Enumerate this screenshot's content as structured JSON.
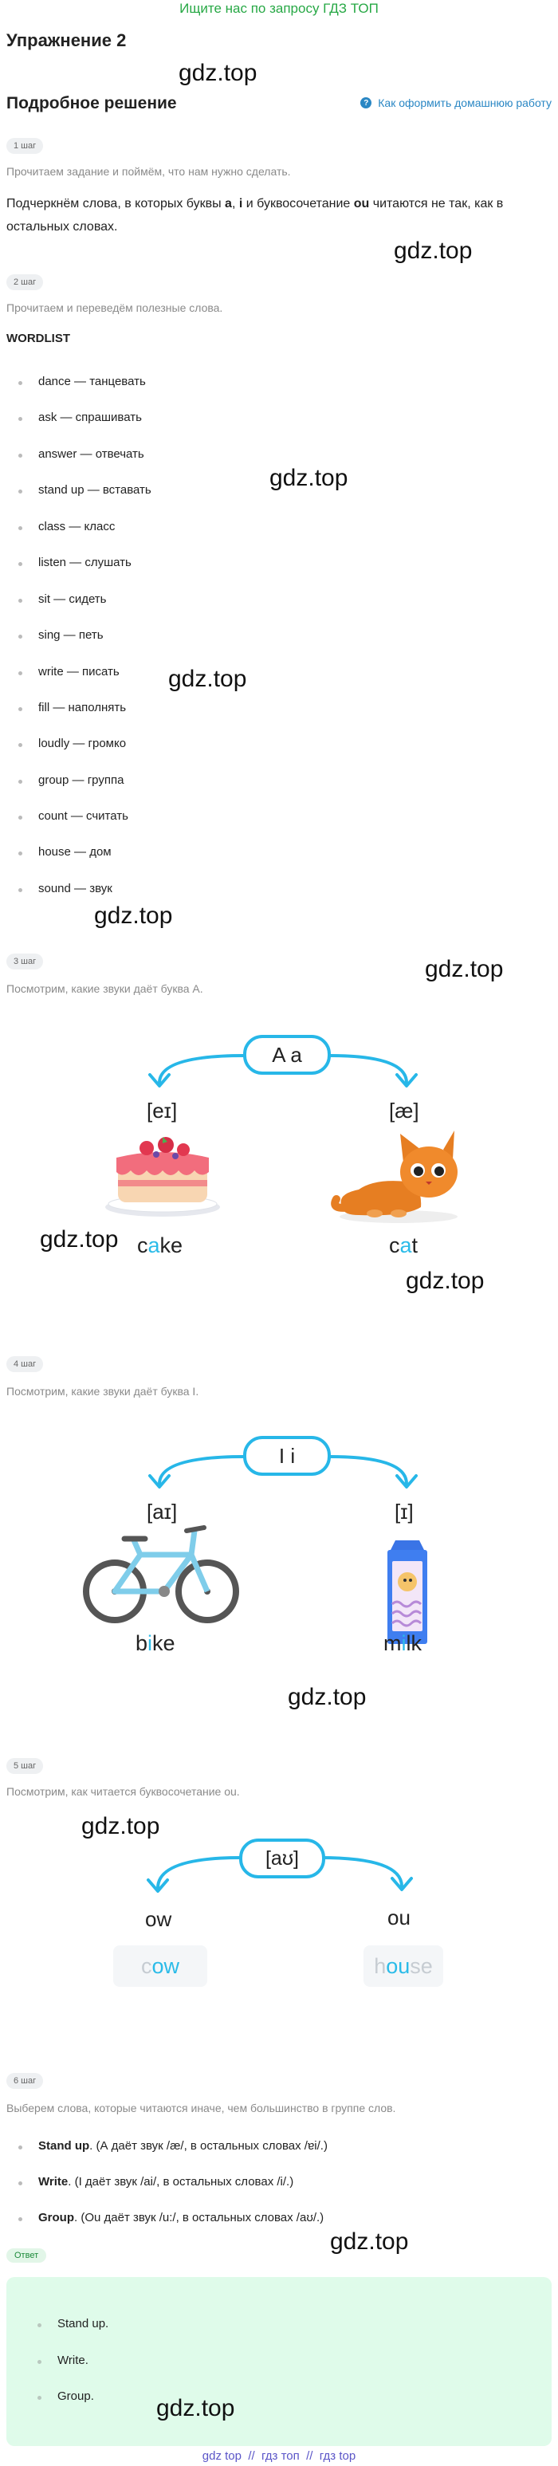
{
  "banner": "Ищите нас по запросу ГДЗ ТОП",
  "exercise_title": "Упражнение 2",
  "solution_title": "Подробное решение",
  "howto_link": "Как оформить домашнюю работу",
  "watermark": "gdz.top",
  "step1": {
    "badge": "1 шаг",
    "intro": "Прочитаем задание и поймём, что нам нужно сделать.",
    "task_pre": "Подчеркнём слова, в которых буквы ",
    "task_b1": "a",
    "task_sep": ", ",
    "task_b2": "i",
    "task_mid": " и буквосочетание ",
    "task_b3": "ou",
    "task_post": " читаются не так, как в остальных словах."
  },
  "step2": {
    "badge": "2 шаг",
    "intro": "Прочитаем и переведём полезные слова.",
    "wordlist_title": "WORDLIST",
    "words": [
      "dance — танцевать",
      "ask — спрашивать",
      "answer — отвечать",
      "stand up — вставать",
      "class — класс",
      "listen — слушать",
      "sit — сидеть",
      "sing — петь",
      "write — писать",
      "fill — наполнять",
      "loudly — громко",
      "group — группа",
      "count — считать",
      "house — дом",
      "sound — звук"
    ]
  },
  "step3": {
    "badge": "3 шаг",
    "intro": "Посмотрим, какие звуки даёт буква А.",
    "center": "A a",
    "left_phon": "[eɪ]",
    "right_phon": "[æ]",
    "left_word": {
      "pre": "c",
      "hl": "a",
      "post": "ke"
    },
    "right_word": {
      "pre": "c",
      "hl": "a",
      "post": "t"
    }
  },
  "step4": {
    "badge": "4 шаг",
    "intro": "Посмотрим, какие звуки даёт буква I.",
    "center": "I i",
    "left_phon": "[aɪ]",
    "right_phon": "[ɪ]",
    "left_word": {
      "pre": "b",
      "hl": "i",
      "post": "ke"
    },
    "right_word": {
      "pre": "m",
      "hl": "i",
      "post": "lk"
    }
  },
  "step5": {
    "badge": "5 шаг",
    "intro": "Посмотрим, как читается буквосочетание ou.",
    "center": "[aʊ]",
    "left_label": "ow",
    "right_label": "ou",
    "left_word": {
      "pre": "c",
      "hl": "ow",
      "post": ""
    },
    "right_word": {
      "pre": "h",
      "hl": "ou",
      "post": "se"
    }
  },
  "step6": {
    "badge": "6 шаг",
    "intro": "Выберем слова, которые читаются иначе, чем большинство в группе слов.",
    "items": [
      {
        "b": "Stand up",
        "rest": ". (А даёт звук /æ/, в остальных словах /ɐi/.)"
      },
      {
        "b": "Write",
        "rest": ". (I даёт звук /ai/, в остальных словах /i/.)"
      },
      {
        "b": "Group",
        "rest": ". (Ou даёт звук /u:/, в остальных словах /aʊ/.)"
      }
    ]
  },
  "answer": {
    "badge": "Ответ",
    "items": [
      "Stand up.",
      "Write.",
      "Group."
    ]
  },
  "footer": "gdz top  //  гдз топ  //  гдз top",
  "colors": {
    "accent": "#27b7e8",
    "green": "#27a845",
    "answer_bg": "#dffbea",
    "link": "#2a87c4"
  }
}
